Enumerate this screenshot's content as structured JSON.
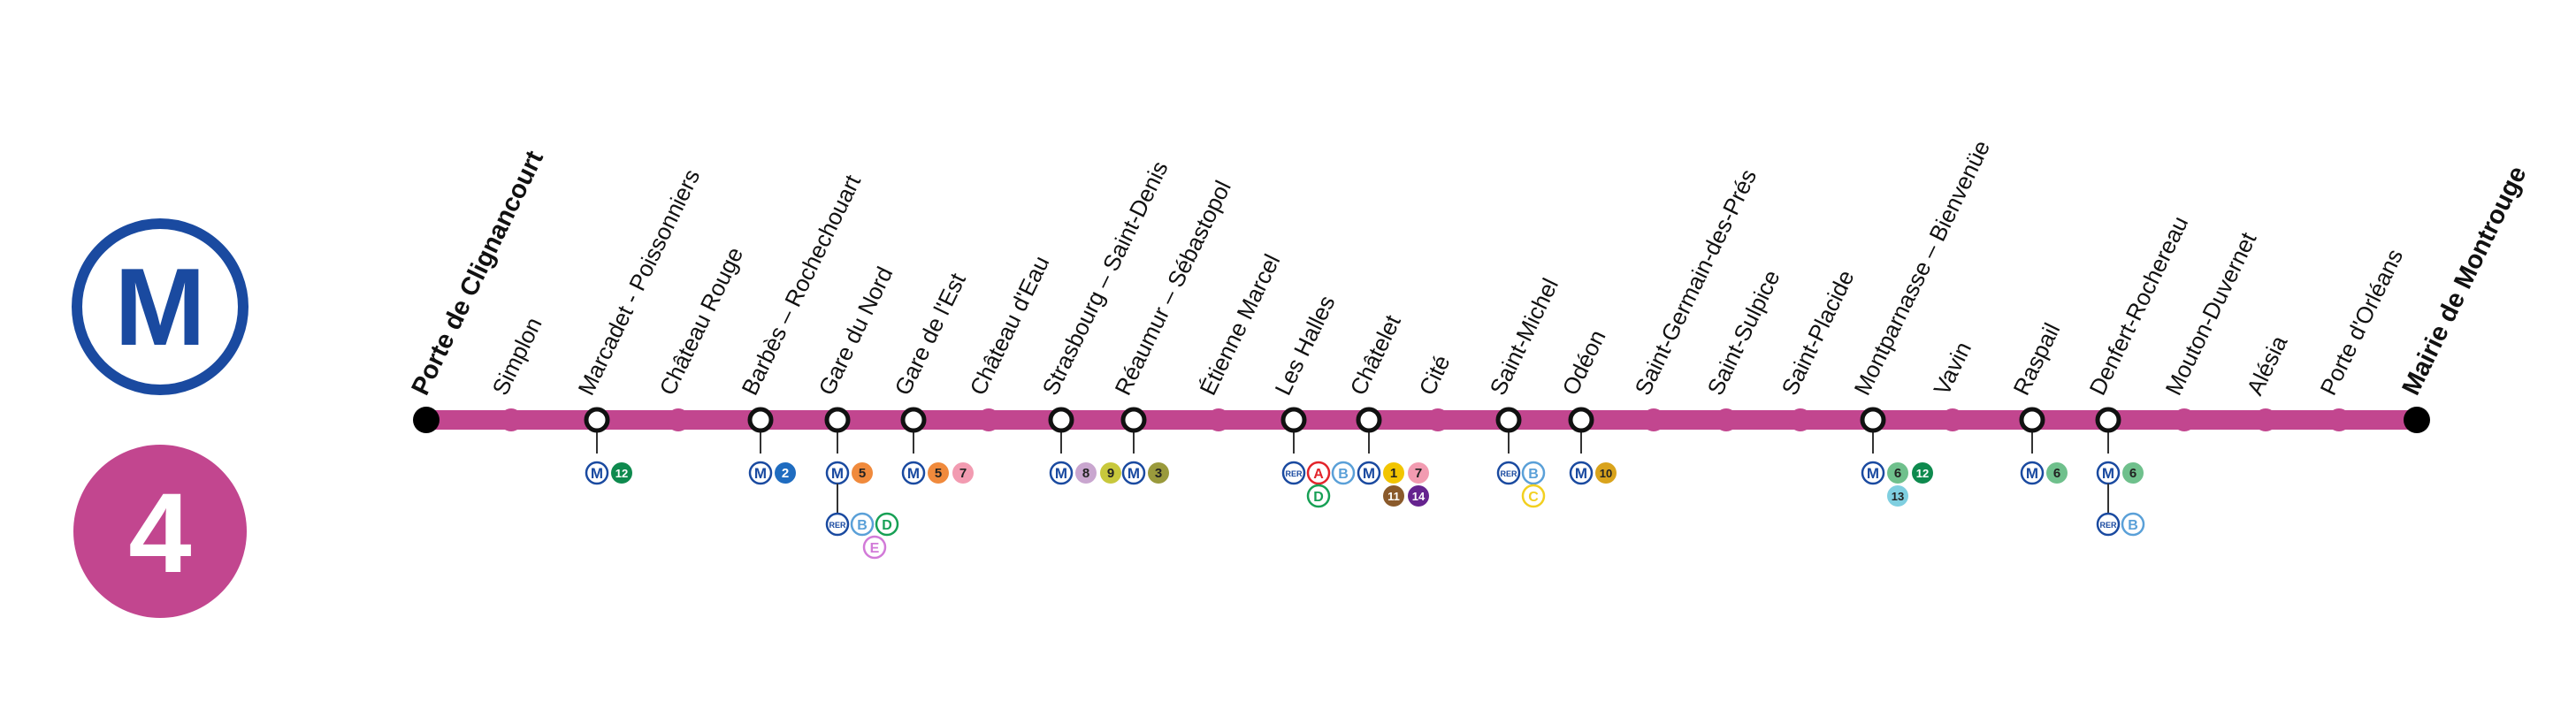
{
  "colors": {
    "line": "#c2468f",
    "metro_logo": "#1a4aa0",
    "rer": "#1a4aa0",
    "badge": {
      "1": "#f2c500",
      "2": "#1f6cc0",
      "3": "#9a9a3c",
      "5": "#f08a3c",
      "6": "#6fc08c",
      "7": "#f29bb1",
      "8": "#c9a6cf",
      "9": "#c8c83c",
      "10": "#d9a31c",
      "11": "#8a5a2b",
      "12": "#0e8a4e",
      "13": "#7fcfe0",
      "14": "#66248f",
      "A": "#e3242b",
      "B": "#5aa0d8",
      "C": "#f2d020",
      "D": "#17a055",
      "E": "#d27ad8"
    }
  },
  "logo": {
    "metro_letter": "M",
    "line_number": "4"
  },
  "stations": [
    {
      "name": "Porte de Clignancourt",
      "terminus": true,
      "rows": []
    },
    {
      "name": "Simplon",
      "terminus": false,
      "rows": []
    },
    {
      "name": "Marcadet - Poissonniers",
      "terminus": false,
      "connection": true,
      "rows": [
        [
          "M",
          "12"
        ]
      ]
    },
    {
      "name": "Château Rouge",
      "terminus": false,
      "rows": []
    },
    {
      "name": "Barbès – Rochechouart",
      "terminus": false,
      "connection": true,
      "rows": [
        [
          "M",
          "2"
        ]
      ]
    },
    {
      "name": "Gare du Nord",
      "terminus": false,
      "connection": true,
      "rows": [
        [
          "M",
          "5"
        ],
        [
          "RER",
          "B",
          "D"
        ],
        [
          "E"
        ]
      ]
    },
    {
      "name": "Gare de l'Est",
      "terminus": false,
      "connection": true,
      "rows": [
        [
          "M",
          "5",
          "7"
        ]
      ]
    },
    {
      "name": "Château d'Eau",
      "terminus": false,
      "rows": []
    },
    {
      "name": "Strasbourg – Saint-Denis",
      "terminus": false,
      "connection": true,
      "rows": [
        [
          "M",
          "8",
          "9"
        ]
      ]
    },
    {
      "name": "Réaumur – Sébastopol",
      "terminus": false,
      "connection": true,
      "rows": [
        [
          "M",
          "3"
        ]
      ]
    },
    {
      "name": "Étienne Marcel",
      "terminus": false,
      "rows": []
    },
    {
      "name": "Les Halles",
      "terminus": false,
      "connection": true,
      "rows": [
        [
          "RER",
          "A",
          "B"
        ],
        [
          "D"
        ]
      ]
    },
    {
      "name": "Châtelet",
      "terminus": false,
      "connection": true,
      "rows": [
        [
          "M",
          "1",
          "7"
        ],
        [
          "11",
          "14"
        ]
      ]
    },
    {
      "name": "Cité",
      "terminus": false,
      "rows": []
    },
    {
      "name": "Saint-Michel",
      "terminus": false,
      "connection": true,
      "rows": [
        [
          "RER",
          "B"
        ],
        [
          "C"
        ]
      ]
    },
    {
      "name": "Odéon",
      "terminus": false,
      "connection": true,
      "rows": [
        [
          "M",
          "10"
        ]
      ]
    },
    {
      "name": "Saint-Germain-des-Prés",
      "terminus": false,
      "rows": []
    },
    {
      "name": "Saint-Sulpice",
      "terminus": false,
      "rows": []
    },
    {
      "name": "Saint-Placide",
      "terminus": false,
      "rows": []
    },
    {
      "name": "Montparnasse – Bienvenüe",
      "terminus": false,
      "connection": true,
      "rows": [
        [
          "M",
          "6",
          "12"
        ],
        [
          "13"
        ]
      ]
    },
    {
      "name": "Vavin",
      "terminus": false,
      "rows": []
    },
    {
      "name": "Raspail",
      "terminus": false,
      "connection": true,
      "rows": [
        [
          "M",
          "6"
        ]
      ]
    },
    {
      "name": "Denfert-Rochereau",
      "terminus": false,
      "connection": true,
      "rows": [
        [
          "M",
          "6"
        ],
        [
          "RER",
          "B"
        ]
      ]
    },
    {
      "name": "Mouton-Duvernet",
      "terminus": false,
      "rows": []
    },
    {
      "name": "Alésia",
      "terminus": false,
      "rows": []
    },
    {
      "name": "Porte d'Orléans",
      "terminus": false,
      "rows": []
    },
    {
      "name": "Mairie de Montrouge",
      "terminus": true,
      "rows": []
    }
  ]
}
